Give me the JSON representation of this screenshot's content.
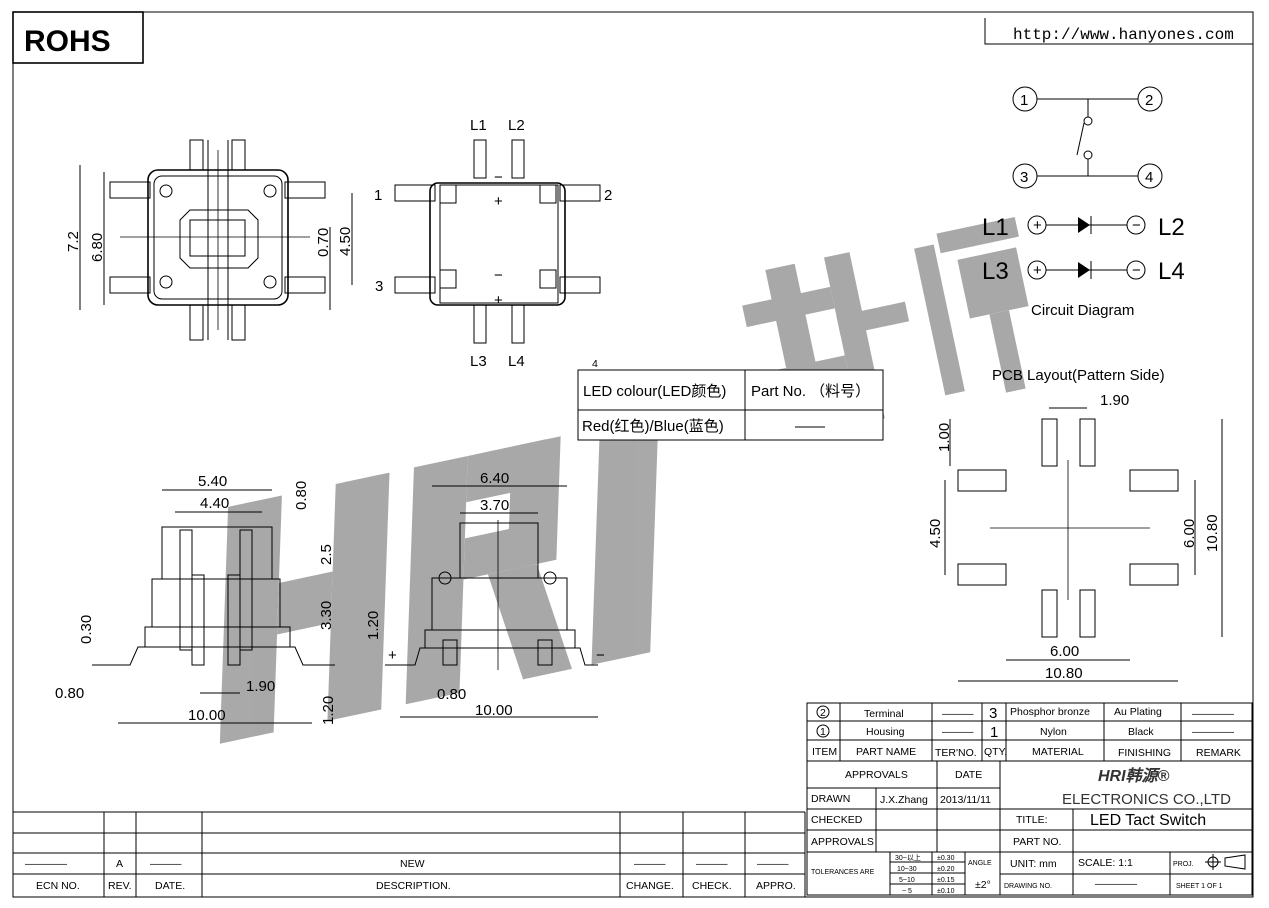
{
  "header": {
    "rohs": "ROHS",
    "url": "http://www.hanyones.com"
  },
  "watermark": {
    "logo": "HRI",
    "cn": "韩源"
  },
  "top_view": {
    "d72": "7.2",
    "d680": "6.80",
    "d070": "0.70",
    "d450": "4.50"
  },
  "pin_view": {
    "L1": "L1",
    "L2": "L2",
    "L3": "L3",
    "L4": "L4",
    "p1": "1",
    "p2": "2",
    "p3": "3",
    "plus": "+",
    "minus": "−",
    "plus2": "+",
    "minus2": "−"
  },
  "side_view": {
    "d540": "5.40",
    "d440": "4.40",
    "d080t": "0.80",
    "d25": "2.5",
    "d330": "3.30",
    "d030": "0.30",
    "d080": "0.80",
    "d190": "1.90",
    "d1000": "10.00",
    "d120": "1.20"
  },
  "front_view": {
    "d640": "6.40",
    "d370": "3.70",
    "d120": "1.20",
    "d080": "0.80",
    "d1000": "10.00",
    "plus": "+",
    "minus": "−"
  },
  "led_table": {
    "mark": "4",
    "h1": "LED colour(LED颜色)",
    "h2": "Part No. （料号）",
    "v1": "Red(红色)/Blue(蓝色)",
    "v2": "——"
  },
  "circuit": {
    "n1": "1",
    "n2": "2",
    "n3": "3",
    "n4": "4",
    "L1": "L1",
    "L2": "L2",
    "L3": "L3",
    "L4": "L4",
    "plus": "+",
    "minus": "−",
    "caption": "Circuit Diagram"
  },
  "pcb": {
    "title": "PCB Layout(Pattern Side)",
    "d190": "1.90",
    "d100": "1.00",
    "d450": "4.50",
    "d600v": "6.00",
    "d1080v": "10.80",
    "d600h": "6.00",
    "d1080h": "10.80"
  },
  "bom": {
    "rows": [
      {
        "item": "2",
        "name": "Terminal",
        "ter": "———",
        "qty": "3",
        "material": "Phosphor bronze",
        "finishing": "Au Plating",
        "remark": "————"
      },
      {
        "item": "1",
        "name": "Housing",
        "ter": "———",
        "qty": "1",
        "material": "Nylon",
        "finishing": "Black",
        "remark": "————"
      }
    ],
    "headers": {
      "item": "ITEM",
      "name": "PART NAME",
      "ter": "TER'NO.",
      "qty": "QTY.",
      "material": "MATERIAL",
      "finishing": "FINISHING",
      "remark": "REMARK"
    }
  },
  "title_block": {
    "approvals_h": "APPROVALS",
    "date_h": "DATE",
    "drawn": "DRAWN",
    "drawn_by": "J.X.Zhang",
    "drawn_date": "2013/11/11",
    "checked": "CHECKED",
    "approvals": "APPROVALS",
    "company_logo": "HRI韩源®",
    "company": "ELECTRONICS CO.,LTD",
    "title_label": "TITLE:",
    "title": "LED Tact Switch",
    "part_no_label": "PART NO.",
    "tolerances": "TOLERANCES ARE",
    "tol_ranges": [
      "30~以上",
      "10~30",
      "5~10",
      "~ 5"
    ],
    "tol_values": [
      "±0.30",
      "±0.20",
      "±0.15",
      "±0.10"
    ],
    "angle": "ANGLE",
    "angle_val": "±2°",
    "unit": "UNIT: mm",
    "scale": "SCALE:   1:1",
    "proj": "PROJ.",
    "drawing_no": "DRAWING NO.",
    "drawing_no_val": "————",
    "sheet": "SHEET   1 OF 1"
  },
  "revision": {
    "row": {
      "ecn": "————",
      "rev": "A",
      "date": "———",
      "desc": "NEW",
      "change": "———",
      "check": "———",
      "appro": "———"
    },
    "headers": {
      "ecn": "ECN NO.",
      "rev": "REV.",
      "date": "DATE.",
      "desc": "DESCRIPTION.",
      "change": "CHANGE.",
      "check": "CHECK.",
      "appro": "APPRO."
    }
  }
}
